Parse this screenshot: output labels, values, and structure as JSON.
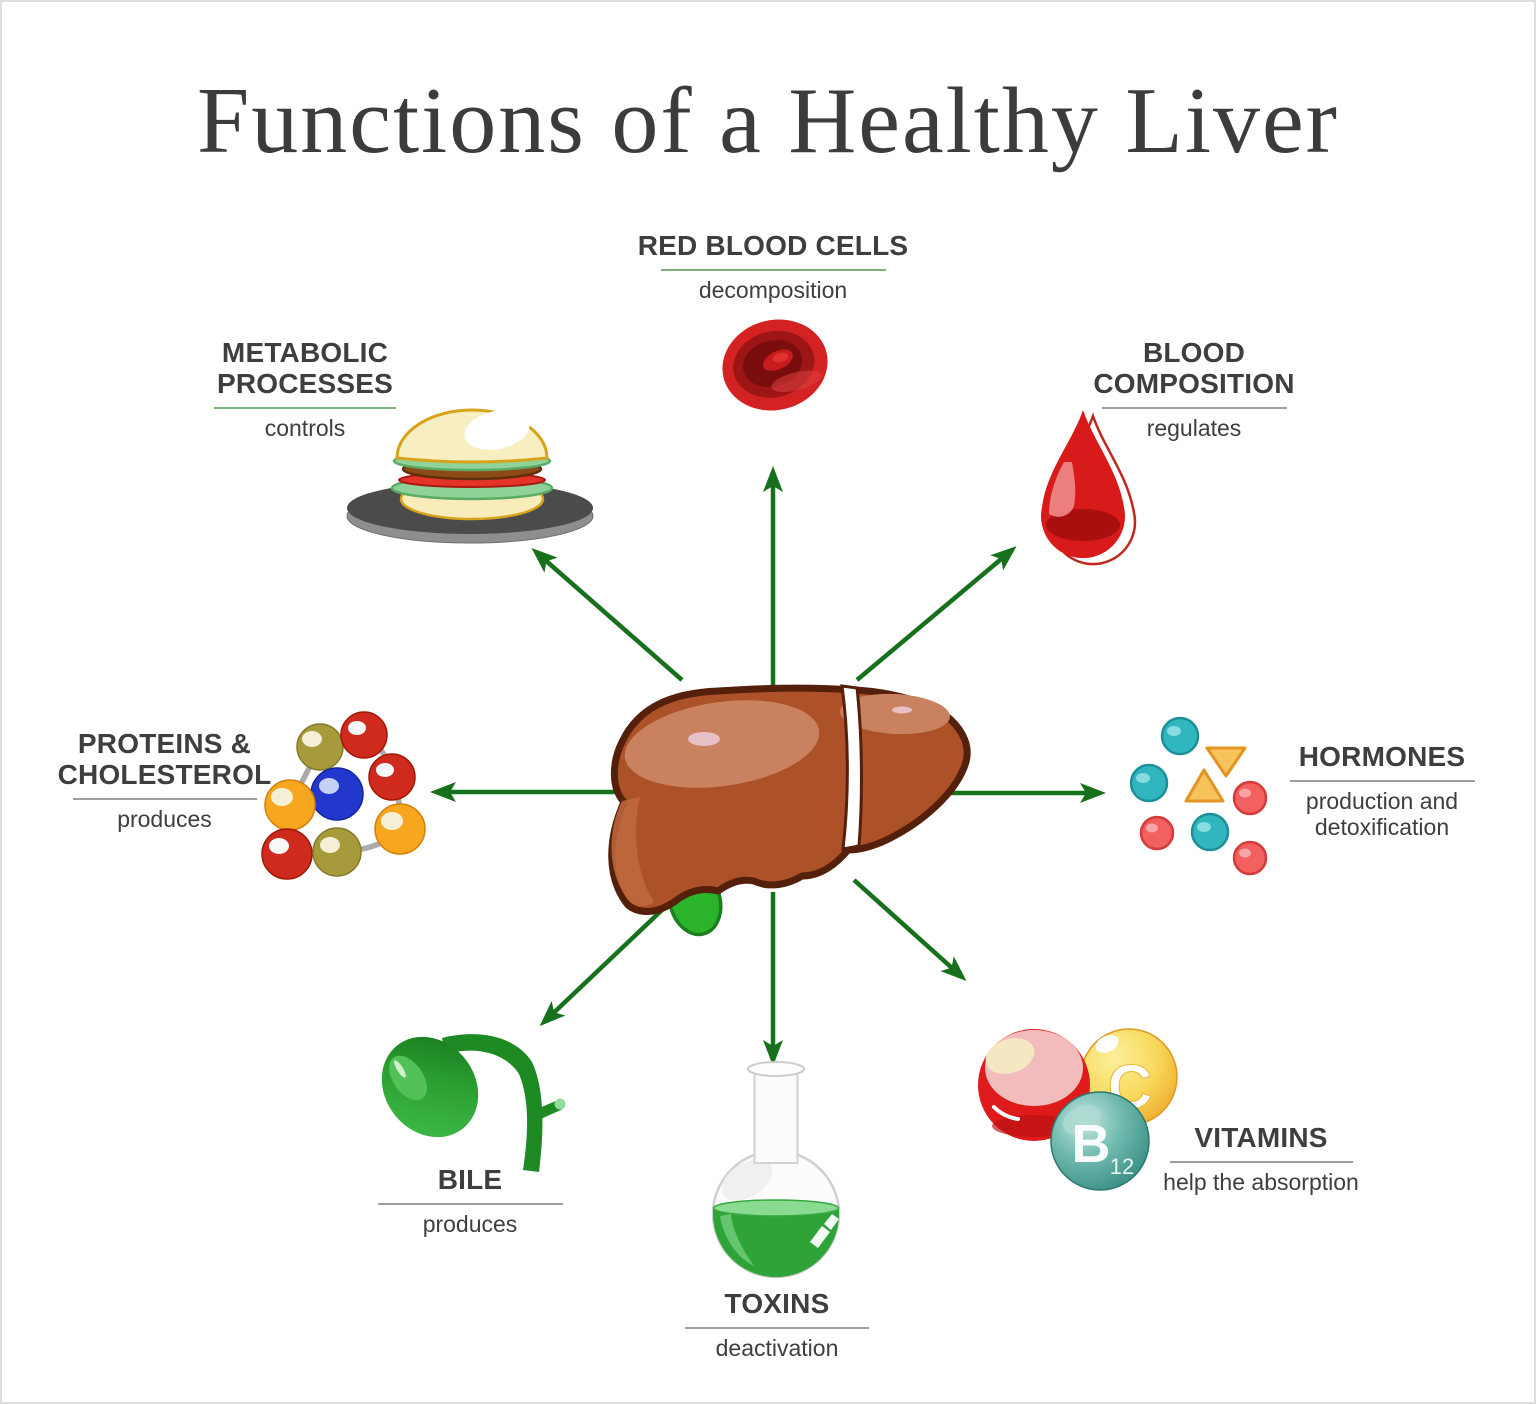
{
  "title": "Functions of a Healthy Liver",
  "colors": {
    "arrow_green": "#17701B",
    "underline_green": "#7FAF7F",
    "underline_gray": "#9E9E9E",
    "heading_text": "#3E3E3E",
    "title_text": "#3C3C3C",
    "liver_brown": "#AC5128",
    "liver_outline": "#55200B",
    "background": "#FFFFFF",
    "border": "#DEDEDE"
  },
  "center": {
    "organ": "liver",
    "icon": "liver-icon"
  },
  "sections": [
    {
      "id": "red-blood-cells",
      "title": "RED BLOOD CELLS",
      "subtitle": "decomposition",
      "icon": "red-blood-cell-icon",
      "underline": "green",
      "position": "top"
    },
    {
      "id": "blood-composition",
      "title": "BLOOD COMPOSITION",
      "subtitle": "regulates",
      "icon": "blood-drop-icon",
      "underline": "gray",
      "position": "top-right"
    },
    {
      "id": "hormones",
      "title": "HORMONES",
      "subtitle": "production and detoxification",
      "icon": "hormone-molecules-icon",
      "underline": "gray",
      "position": "right"
    },
    {
      "id": "vitamins",
      "title": "VITAMINS",
      "subtitle": "help the absorption",
      "icon": "vitamin-spheres-icon",
      "underline": "gray",
      "position": "bottom-right"
    },
    {
      "id": "toxins",
      "title": "TOXINS",
      "subtitle": "deactivation",
      "icon": "toxin-flask-icon",
      "underline": "gray",
      "position": "bottom"
    },
    {
      "id": "bile",
      "title": "BILE",
      "subtitle": "produces",
      "icon": "gallbladder-icon",
      "underline": "gray",
      "position": "bottom-left"
    },
    {
      "id": "proteins-cholesterol",
      "title": "PROTEINS & CHOLESTEROL",
      "subtitle": "produces",
      "icon": "protein-molecule-icon",
      "underline": "gray",
      "position": "left"
    },
    {
      "id": "metabolic-processes",
      "title": "METABOLIC PROCESSES",
      "subtitle": "controls",
      "icon": "hamburger-plate-icon",
      "underline": "green",
      "position": "top-left"
    }
  ],
  "vitamin_text": {
    "c": "C",
    "b": "B",
    "b12": "12"
  }
}
